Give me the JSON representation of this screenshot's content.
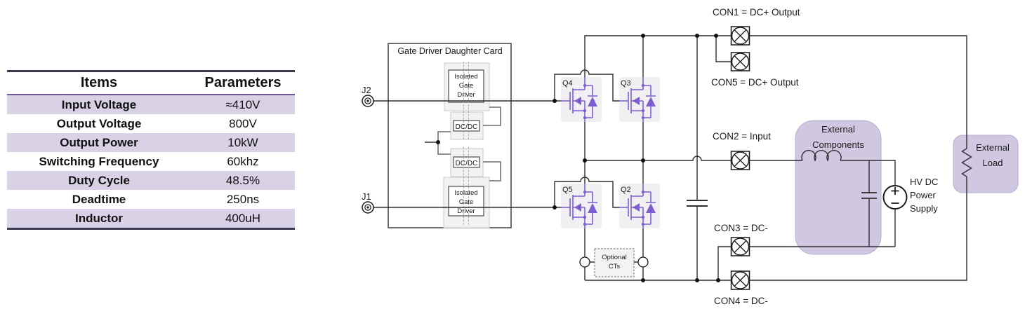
{
  "table": {
    "header": {
      "items": "Items",
      "parameters": "Parameters"
    },
    "rows": [
      {
        "item": "Input Voltage",
        "value": "≈410V"
      },
      {
        "item": "Output Voltage",
        "value": "800V"
      },
      {
        "item": "Output Power",
        "value": "10kW"
      },
      {
        "item": "Switching Frequency",
        "value": "60khz"
      },
      {
        "item": "Duty Cycle",
        "value": "48.5%"
      },
      {
        "item": "Deadtime",
        "value": "250ns"
      },
      {
        "item": "Inductor",
        "value": "400uH"
      }
    ]
  },
  "circuit": {
    "card": {
      "title": "Gate Driver Daughter Card",
      "igd_top": [
        "Isolated",
        "Gate",
        "Driver"
      ],
      "igd_bottom": [
        "Isolated",
        "Gate",
        "Driver"
      ],
      "dcdc_top": "DC/DC",
      "dcdc_bottom": "DC/DC"
    },
    "jacks": {
      "j2": "J2",
      "j1": "J1"
    },
    "fets": {
      "q4": "Q4",
      "q3": "Q3",
      "q5": "Q5",
      "q2": "Q2"
    },
    "cons": {
      "con1": "CON1 = DC+ Output",
      "con5": "CON5 = DC+ Output",
      "con2": "CON2 = Input",
      "con3": "CON3 = DC-",
      "con4": "CON4 = DC-"
    },
    "cts": [
      "Optional",
      "CTs"
    ],
    "external_components": [
      "External",
      "Components"
    ],
    "hv_supply": [
      "HV DC",
      "Power",
      "Supply"
    ],
    "external_load": [
      "External",
      "Load"
    ]
  },
  "colors": {
    "fet_purple": "#7d5fd1",
    "blob_purple": "#d0c8e1",
    "blob_border": "#b7abd0",
    "table_row_shade": "#d9d2e6",
    "table_border_dark": "#3f3b52",
    "table_header_underline": "#6f5795",
    "wire_black": "#2e2e2e",
    "card_gray_wire": "#7f7f7f"
  }
}
